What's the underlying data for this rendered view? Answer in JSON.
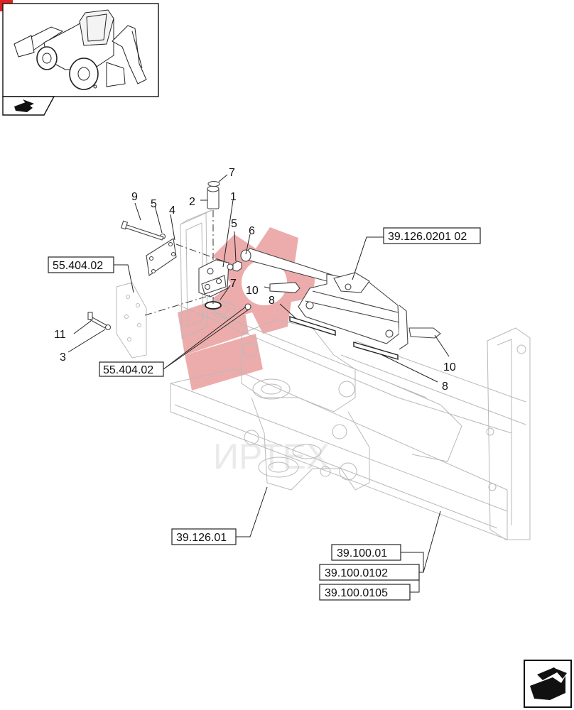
{
  "callouts": [
    {
      "id": "c1",
      "text": "1"
    },
    {
      "id": "c2",
      "text": "2"
    },
    {
      "id": "c3",
      "text": "3"
    },
    {
      "id": "c4",
      "text": "4"
    },
    {
      "id": "c5a",
      "text": "5"
    },
    {
      "id": "c5b",
      "text": "5"
    },
    {
      "id": "c6",
      "text": "6"
    },
    {
      "id": "c7a",
      "text": "7"
    },
    {
      "id": "c7b",
      "text": "7"
    },
    {
      "id": "c8a",
      "text": "8"
    },
    {
      "id": "c8b",
      "text": "8"
    },
    {
      "id": "c9",
      "text": "9"
    },
    {
      "id": "c10a",
      "text": "10"
    },
    {
      "id": "c10b",
      "text": "10"
    },
    {
      "id": "c11",
      "text": "11"
    }
  ],
  "references": {
    "r1": "55.404.02",
    "r2": "55.404.02",
    "r3": "39.126.0201 02",
    "r4": "39.126.01",
    "r5": "39.100.01",
    "r6": "39.100.0102",
    "r7": "39.100.0105"
  },
  "watermark": {
    "text": "ИРТЕХ",
    "color": "#e06a6a"
  },
  "icons": {
    "thumbnail": "backhoe-loader-thumbnail-icon",
    "nav_bottom_right": "next-page-arrow-icon",
    "nav_thumbnail": "page-arrow-icon"
  }
}
